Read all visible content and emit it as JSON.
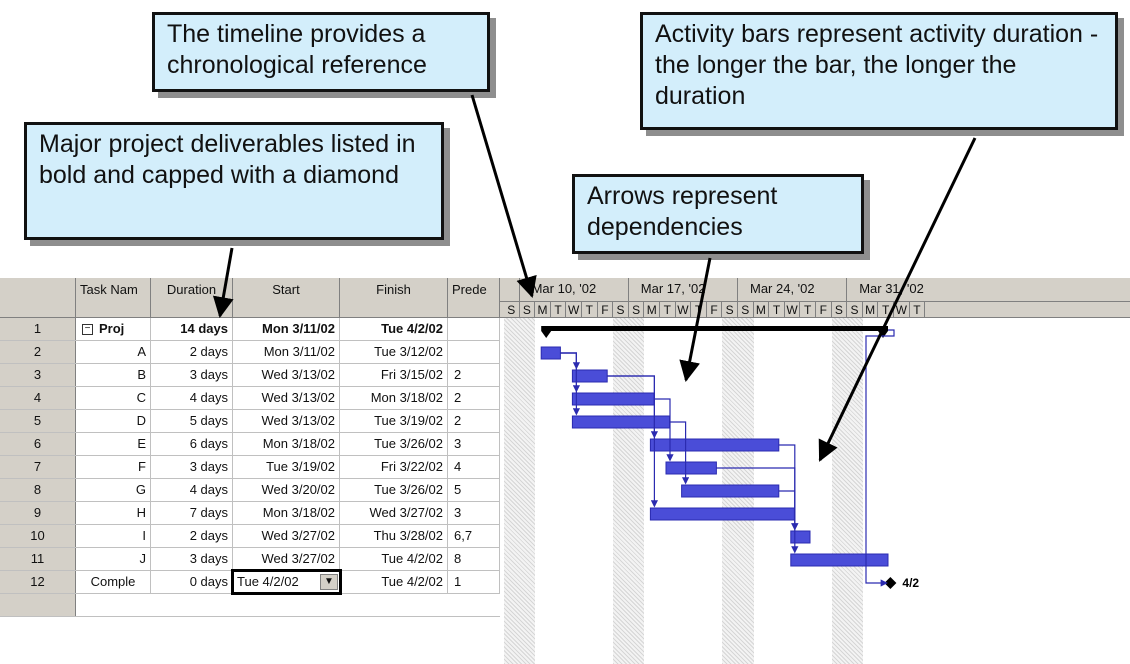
{
  "callouts": {
    "timeline": "The timeline provides a chronological reference",
    "bars": "Activity bars represent activity duration - the longer the bar, the longer the duration",
    "deliverables": "Major project deliverables listed in bold and capped with a diamond",
    "arrows": "Arrows represent dependencies"
  },
  "columns": {
    "task": "Task Nam",
    "duration": "Duration",
    "start": "Start",
    "finish": "Finish",
    "pred": "Prede"
  },
  "rows": [
    {
      "id": "1",
      "name": "Proj",
      "duration": "14 days",
      "start": "Mon 3/11/02",
      "finish": "Tue 4/2/02",
      "pred": ""
    },
    {
      "id": "2",
      "name": "A",
      "duration": "2 days",
      "start": "Mon 3/11/02",
      "finish": "Tue 3/12/02",
      "pred": ""
    },
    {
      "id": "3",
      "name": "B",
      "duration": "3 days",
      "start": "Wed 3/13/02",
      "finish": "Fri 3/15/02",
      "pred": "2"
    },
    {
      "id": "4",
      "name": "C",
      "duration": "4 days",
      "start": "Wed 3/13/02",
      "finish": "Mon 3/18/02",
      "pred": "2"
    },
    {
      "id": "5",
      "name": "D",
      "duration": "5 days",
      "start": "Wed 3/13/02",
      "finish": "Tue 3/19/02",
      "pred": "2"
    },
    {
      "id": "6",
      "name": "E",
      "duration": "6 days",
      "start": "Mon 3/18/02",
      "finish": "Tue 3/26/02",
      "pred": "3"
    },
    {
      "id": "7",
      "name": "F",
      "duration": "3 days",
      "start": "Tue 3/19/02",
      "finish": "Fri 3/22/02",
      "pred": "4"
    },
    {
      "id": "8",
      "name": "G",
      "duration": "4 days",
      "start": "Wed 3/20/02",
      "finish": "Tue 3/26/02",
      "pred": "5"
    },
    {
      "id": "9",
      "name": "H",
      "duration": "7 days",
      "start": "Mon 3/18/02",
      "finish": "Wed 3/27/02",
      "pred": "3"
    },
    {
      "id": "10",
      "name": "I",
      "duration": "2 days",
      "start": "Wed 3/27/02",
      "finish": "Thu 3/28/02",
      "pred": "6,7"
    },
    {
      "id": "11",
      "name": "J",
      "duration": "3 days",
      "start": "Wed 3/27/02",
      "finish": "Tue 4/2/02",
      "pred": "8"
    },
    {
      "id": "12",
      "name": "Comple",
      "duration": "0 days",
      "start": "Tue 4/2/02",
      "finish": "Tue 4/2/02",
      "pred": "1"
    }
  ],
  "timeline": {
    "weeks": [
      "Mar 10, '02",
      "Mar 17, '02",
      "Mar 24, '02",
      "Mar 31, '02"
    ],
    "days": [
      "S",
      "S",
      "M",
      "T",
      "W",
      "T",
      "F",
      "S",
      "S",
      "M",
      "T",
      "W",
      "T",
      "F",
      "S",
      "S",
      "M",
      "T",
      "W",
      "T",
      "F",
      "S",
      "S",
      "M",
      "T",
      "W",
      "T"
    ],
    "milestone_label": "4/2"
  },
  "icons": {
    "collapse": "minus-box-icon",
    "dropdown": "chevron-down-icon",
    "milestone": "diamond-icon"
  },
  "colors": {
    "callout_bg": "#d3eefb",
    "bar": "#4a4dd8",
    "link": "#2b2bb0",
    "summary": "#000000"
  }
}
